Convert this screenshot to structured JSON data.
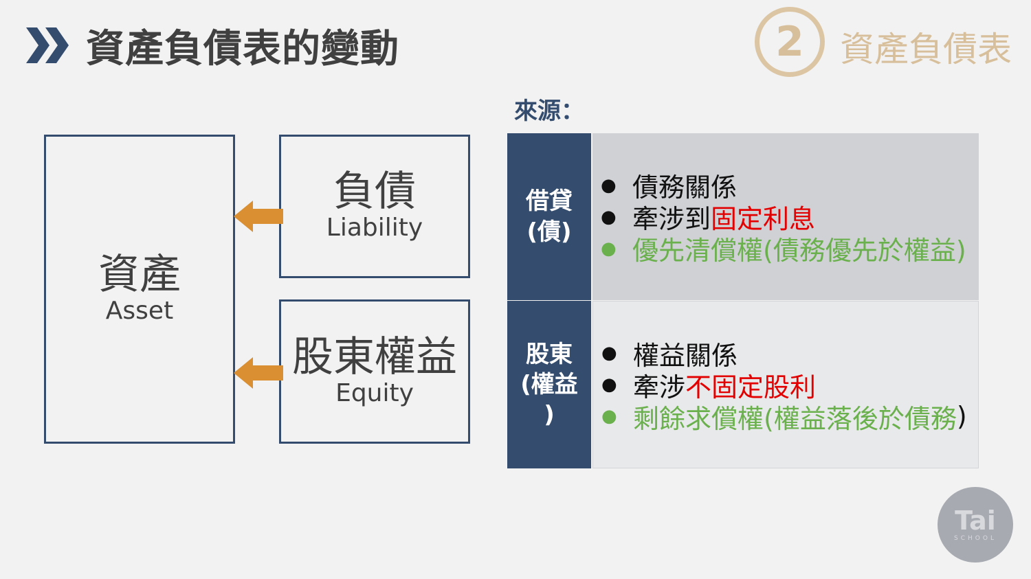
{
  "header": {
    "title": "資產負債表的變動",
    "badge_number": "2",
    "badge_label": "資產負債表"
  },
  "diagram": {
    "asset": {
      "zh": "資產",
      "en": "Asset"
    },
    "liability": {
      "zh": "負債",
      "en": "Liability"
    },
    "equity": {
      "zh": "股東權益",
      "en": "Equity"
    }
  },
  "sources": {
    "label": "來源：",
    "rows": [
      {
        "category": [
          "借貸",
          "(債)"
        ],
        "bullets": [
          {
            "parts": [
              "債務關係"
            ]
          },
          {
            "parts": [
              "牽涉到",
              "固定利息"
            ]
          },
          {
            "parts": [
              "優先清償權(債務優先於權益)"
            ]
          }
        ]
      },
      {
        "category": [
          "股東",
          "(權益",
          ")"
        ],
        "bullets": [
          {
            "parts": [
              "權益關係"
            ]
          },
          {
            "parts": [
              "牽涉",
              "不固定股利"
            ]
          },
          {
            "parts": [
              "剩餘求償權(權益落後於債務",
              ")"
            ]
          }
        ]
      }
    ]
  },
  "logo": {
    "word": "Tai",
    "sub": "SCHOOL"
  },
  "colors": {
    "navy": "#344c6e",
    "arrow": "#d98f32",
    "badge": "#d8bf9b",
    "red": "#e30000",
    "green": "#6ab04c"
  }
}
